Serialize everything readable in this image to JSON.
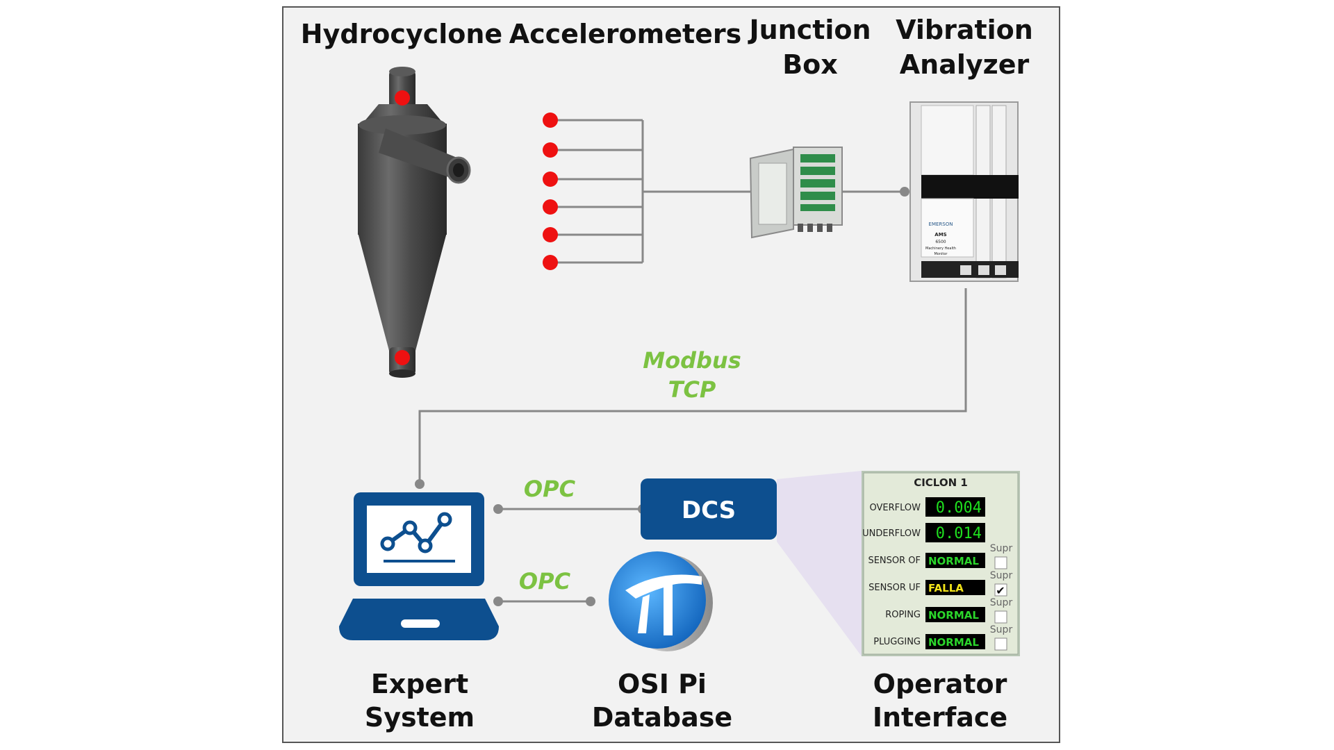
{
  "labels": {
    "hydrocyclone": "Hydrocyclone",
    "accelerometers": "Accelerometers",
    "junction_box_1": "Junction",
    "junction_box_2": "Box",
    "vibration_analyzer_1": "Vibration",
    "vibration_analyzer_2": "Analyzer",
    "expert_system_1": "Expert",
    "expert_system_2": "System",
    "osi_pi_1": "OSI Pi",
    "osi_pi_2": "Database",
    "operator_interface_1": "Operator",
    "operator_interface_2": "Interface"
  },
  "protocols": {
    "modbus_1": "Modbus",
    "modbus_2": "TCP",
    "opc_dcs": "OPC",
    "opc_pi": "OPC"
  },
  "dcs": {
    "label": "DCS"
  },
  "analyzer_device": {
    "brand": "EMERSON",
    "model": "AMS",
    "series": "6500",
    "line1": "Machinery Health",
    "line2": "Monitor"
  },
  "hmi": {
    "title": "CICLON 1",
    "overflow": {
      "label": "OVERFLOW",
      "value": "0.004"
    },
    "underflow": {
      "label": "UNDERFLOW",
      "value": "0.014"
    },
    "rows": [
      {
        "label": "SENSOR OF",
        "status": "NORMAL",
        "supr": "Supr",
        "checked": false
      },
      {
        "label": "SENSOR UF",
        "status": "FALLA",
        "supr": "Supr",
        "checked": true
      },
      {
        "label": "ROPING",
        "status": "NORMAL",
        "supr": "Supr",
        "checked": false
      },
      {
        "label": "PLUGGING",
        "status": "NORMAL",
        "supr": "Supr",
        "checked": false
      }
    ],
    "check_mark": "✔"
  },
  "colors": {
    "protocol_text": "#7cc242",
    "sensor_dot": "#ee1111",
    "dcs_box": "#0d4f8f",
    "laptop": "#0d4f8f",
    "hmi_normal": "#2bd62b",
    "hmi_fault": "#f2e31a",
    "hmi_value": "#1fe01f"
  }
}
